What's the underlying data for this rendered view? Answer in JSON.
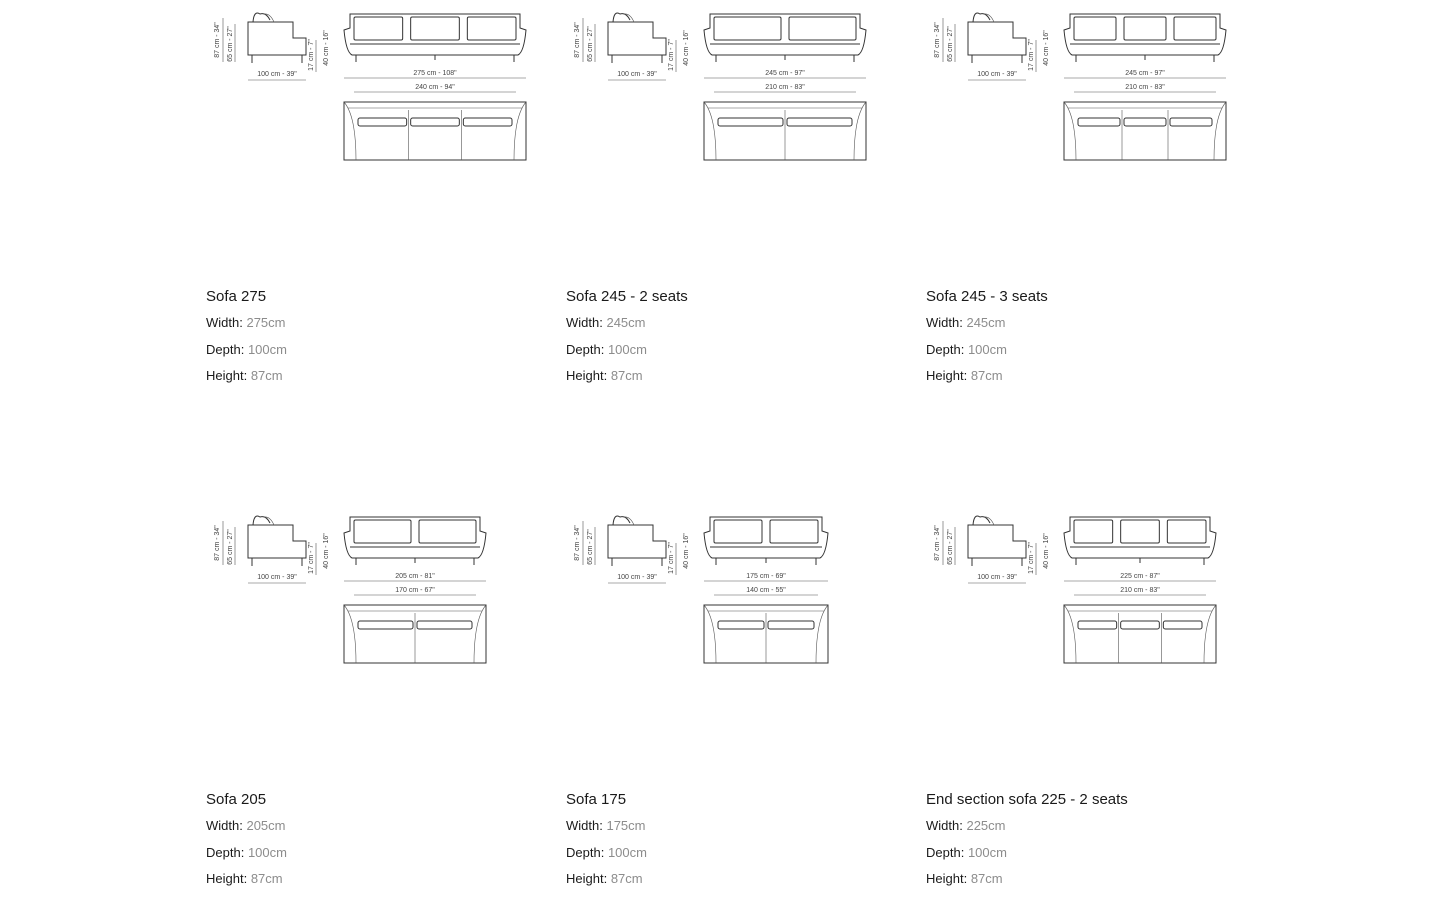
{
  "products": [
    {
      "title": "Sofa 275",
      "specs": [
        {
          "key": "Width:",
          "value": "275cm"
        },
        {
          "key": "Depth:",
          "value": "100cm"
        },
        {
          "key": "Height:",
          "value": "87cm"
        }
      ],
      "drawing": {
        "side_h_total": "87 cm - 34\"",
        "side_h_seat": "65 cm - 27\"",
        "side_depth": "100 cm - 39\"",
        "leg_h": "17 cm - 7\"",
        "seat_h": "40 cm - 16\"",
        "outer_w": "275 cm - 108\"",
        "inner_w": "240 cm - 94\"",
        "seats": 3
      }
    },
    {
      "title": "Sofa 245 - 2 seats",
      "specs": [
        {
          "key": "Width:",
          "value": "245cm"
        },
        {
          "key": "Depth:",
          "value": "100cm"
        },
        {
          "key": "Height:",
          "value": "87cm"
        }
      ],
      "drawing": {
        "side_h_total": "87 cm - 34\"",
        "side_h_seat": "65 cm - 27\"",
        "side_depth": "100 cm - 39\"",
        "leg_h": "17 cm - 7\"",
        "seat_h": "40 cm - 16\"",
        "outer_w": "245 cm - 97\"",
        "inner_w": "210 cm - 83\"",
        "seats": 2
      }
    },
    {
      "title": "Sofa 245 - 3 seats",
      "specs": [
        {
          "key": "Width:",
          "value": "245cm"
        },
        {
          "key": "Depth:",
          "value": "100cm"
        },
        {
          "key": "Height:",
          "value": "87cm"
        }
      ],
      "drawing": {
        "side_h_total": "87 cm - 34\"",
        "side_h_seat": "65 cm - 27\"",
        "side_depth": "100 cm - 39\"",
        "leg_h": "17 cm - 7\"",
        "seat_h": "40 cm - 16\"",
        "outer_w": "245 cm - 97\"",
        "inner_w": "210 cm - 83\"",
        "seats": 3
      }
    },
    {
      "title": "Sofa 205",
      "specs": [
        {
          "key": "Width:",
          "value": "205cm"
        },
        {
          "key": "Depth:",
          "value": "100cm"
        },
        {
          "key": "Height:",
          "value": "87cm"
        }
      ],
      "drawing": {
        "side_h_total": "87 cm - 34\"",
        "side_h_seat": "65 cm - 27\"",
        "side_depth": "100 cm - 39\"",
        "leg_h": "17 cm - 7\"",
        "seat_h": "40 cm - 16\"",
        "outer_w": "205 cm - 81\"",
        "inner_w": "170 cm - 67\"",
        "seats": 2
      }
    },
    {
      "title": "Sofa 175",
      "specs": [
        {
          "key": "Width:",
          "value": "175cm"
        },
        {
          "key": "Depth:",
          "value": "100cm"
        },
        {
          "key": "Height:",
          "value": "87cm"
        }
      ],
      "drawing": {
        "side_h_total": "87 cm - 34\"",
        "side_h_seat": "65 cm - 27\"",
        "side_depth": "100 cm - 39\"",
        "leg_h": "17 cm - 7\"",
        "seat_h": "40 cm - 16\"",
        "outer_w": "175 cm - 69\"",
        "inner_w": "140 cm - 55\"",
        "seats": 2
      }
    },
    {
      "title": "End section sofa 225 - 2 seats",
      "specs": [
        {
          "key": "Width:",
          "value": "225cm"
        },
        {
          "key": "Depth:",
          "value": "100cm"
        },
        {
          "key": "Height:",
          "value": "87cm"
        }
      ],
      "drawing": {
        "side_h_total": "87 cm - 34\"",
        "side_h_seat": "65 cm - 27\"",
        "side_depth": "100 cm - 39\"",
        "leg_h": "17 cm - 7\"",
        "seat_h": "40 cm - 16\"",
        "outer_w": "225 cm - 87\"",
        "inner_w": "210 cm - 83\"",
        "seats": 3
      }
    }
  ]
}
